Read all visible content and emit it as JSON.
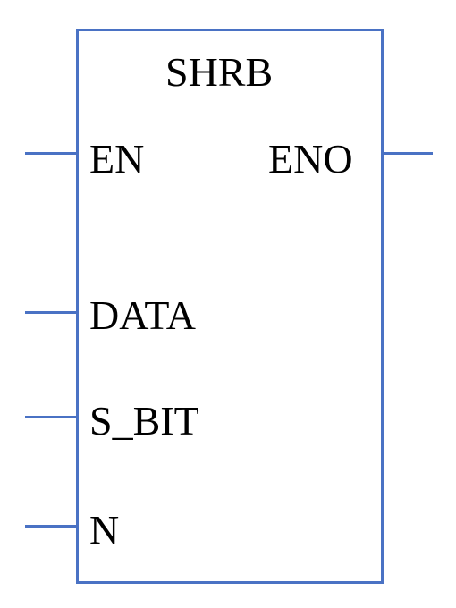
{
  "block": {
    "title": "SHRB",
    "inputs": {
      "en": "EN",
      "data": "DATA",
      "s_bit": "S_BIT",
      "n": "N"
    },
    "outputs": {
      "eno": "ENO"
    }
  },
  "colors": {
    "line": "#4a72c4",
    "text": "#000000",
    "background": "#ffffff"
  }
}
